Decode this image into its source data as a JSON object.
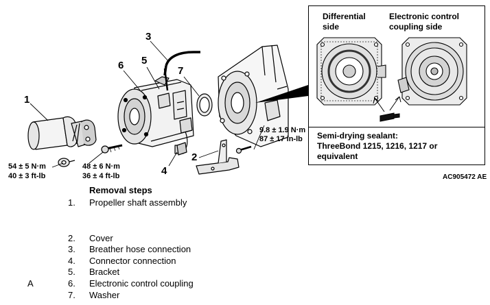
{
  "diagram": {
    "parts": [
      "1",
      "2",
      "3",
      "4",
      "5",
      "6",
      "7"
    ],
    "torques": {
      "t1_nm": "54 ± 5 N·m",
      "t1_ftlb": "40 ± 3 ft-lb",
      "t2_nm": "48 ± 6 N·m",
      "t2_ftlb": "36 ± 4 ft-lb",
      "t3_nm": "9.8 ± 1.9 N·m",
      "t3_inlb": "87 ± 17 in-lb"
    },
    "figure_id": "AC905472",
    "figure_suffix": "AE"
  },
  "inset": {
    "left_heading": [
      "Differential",
      "side"
    ],
    "right_heading": [
      "Electronic control",
      "coupling side"
    ],
    "sealant_title": "Semi-drying sealant:",
    "sealant_lines": [
      "ThreeBond 1215, 1216, 1217 or",
      "equivalent"
    ]
  },
  "removal": {
    "title": "Removal steps",
    "steps": [
      {
        "num": "1.",
        "label": "Propeller shaft assembly",
        "marker": ""
      },
      {
        "num": "2.",
        "label": "Cover",
        "marker": ""
      },
      {
        "num": "3.",
        "label": "Breather hose connection",
        "marker": ""
      },
      {
        "num": "4.",
        "label": "Connector connection",
        "marker": ""
      },
      {
        "num": "5.",
        "label": "Bracket",
        "marker": ""
      },
      {
        "num": "6.",
        "label": "Electronic control coupling",
        "marker": "A"
      },
      {
        "num": "7.",
        "label": "Washer",
        "marker": ""
      }
    ]
  }
}
